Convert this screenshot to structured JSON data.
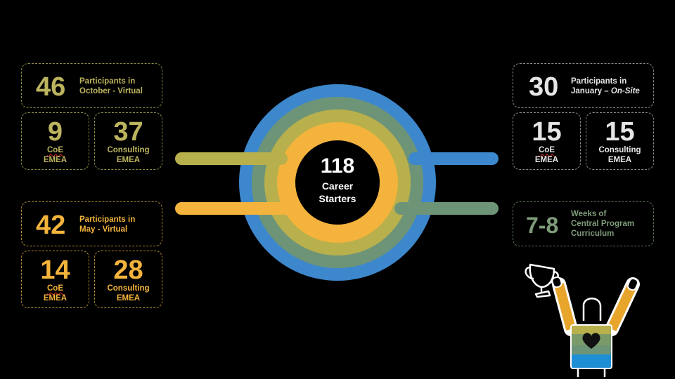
{
  "colors": {
    "blue": "#3d87cc",
    "green": "#6e9478",
    "olive": "#b8b04c",
    "orange": "#f3b33c",
    "background": "#000000"
  },
  "center": {
    "number": "118",
    "line1": "Career",
    "line2": "Starters"
  },
  "left_top": {
    "main": {
      "number": "46",
      "line1": "Participants in",
      "line2": "October - Virtual"
    },
    "coe": {
      "number": "9",
      "line1": "CoE",
      "line2": "EMEA"
    },
    "consulting": {
      "number": "37",
      "line1": "Consulting",
      "line2": "EMEA"
    }
  },
  "left_bottom": {
    "main": {
      "number": "42",
      "line1": "Participants in",
      "line2": "May - Virtual"
    },
    "coe": {
      "number": "14",
      "line1": "CoE",
      "line2": "EMEA"
    },
    "consulting": {
      "number": "28",
      "line1": "Consulting",
      "line2": "EMEA"
    }
  },
  "right_top": {
    "main": {
      "number": "30",
      "line1": "Participants in",
      "line2_prefix": "January – ",
      "line2_italic": "On-Site"
    },
    "coe": {
      "number": "15",
      "line1": "CoE",
      "line2": "EMEA"
    },
    "consulting": {
      "number": "15",
      "line1": "Consulting",
      "line2": "EMEA"
    }
  },
  "right_bottom": {
    "number": "7-8",
    "line1": "Weeks of",
    "line2": "Central Program",
    "line3": "Curriculum"
  },
  "icons": {
    "trophy": "trophy-icon",
    "person": "celebrating-person-icon",
    "heart": "heart-icon"
  }
}
